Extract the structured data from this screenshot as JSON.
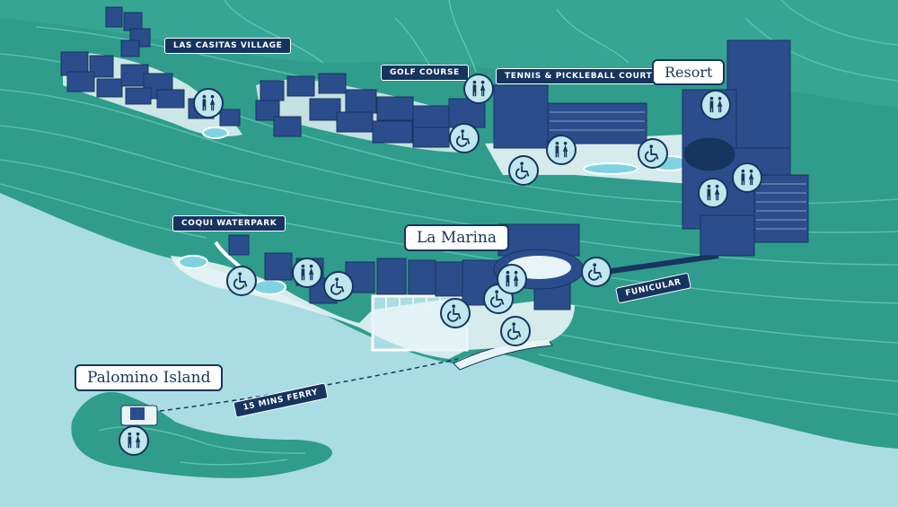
{
  "labels": {
    "las_casitas": "LAS CASITAS VILLAGE",
    "golf_course": "GOLF COURSE",
    "tennis": "TENNIS & PICKLEBALL COURTS",
    "resort": "Resort",
    "coqui": "COQUI WATERPARK",
    "la_marina": "La Marina",
    "funicular": "FUNICULAR",
    "palomino": "Palomino Island",
    "ferry": "15 MINS FERRY"
  },
  "icons": {
    "restroom": "restroom-icon",
    "accessible": "wheelchair-icon"
  },
  "colors": {
    "sea": "#a9dde3",
    "land": "#2f9c8c",
    "land_dark": "#237f72",
    "building": "#2b4d8c",
    "navy": "#17345f",
    "pool": "#7fd3e0",
    "icon_bg": "#bfe7ec"
  }
}
